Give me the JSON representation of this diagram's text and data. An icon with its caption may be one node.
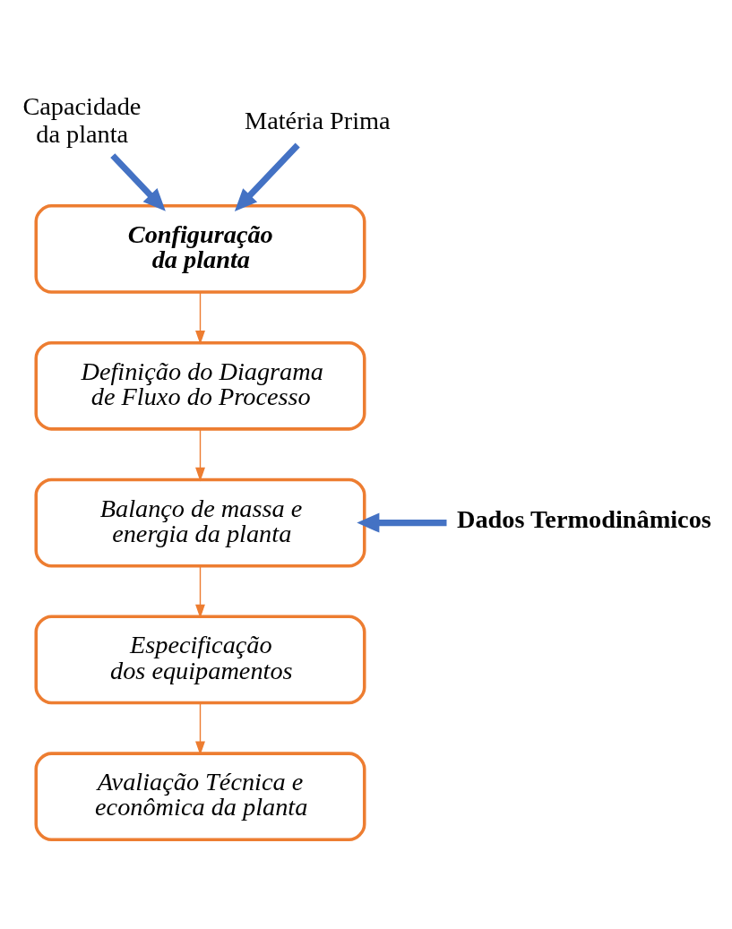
{
  "diagram": {
    "nodes": [
      {
        "text": [
          "Capacidade da planta"
        ]
      },
      {
        "text": [
          "Matéria Prima"
        ]
      },
      {
        "text": [
          "Configuração da planta"
        ]
      },
      {
        "text": [
          "Definição do Diagrama de Fluxo do Processo"
        ]
      },
      {
        "text": [
          "Balanço de massa e energia da planta"
        ]
      },
      {
        "text": [
          "Especificação dos equipamentos"
        ]
      },
      {
        "text": [
          "Avaliação Técnica e econômica da planta"
        ]
      },
      {
        "text": [
          "Dados Termodinâmicos"
        ]
      }
    ],
    "edges": [
      {
        "from": 0,
        "to": 2,
        "arrow": "to",
        "style": "thick",
        "color": "#4472c4"
      },
      {
        "from": 1,
        "to": 2,
        "arrow": "to",
        "style": "thick",
        "color": "#4472c4"
      },
      {
        "from": 2,
        "to": 3,
        "arrow": "to"
      },
      {
        "from": 3,
        "to": 4,
        "arrow": "to"
      },
      {
        "from": 4,
        "to": 5,
        "arrow": "to"
      },
      {
        "from": 5,
        "to": 6,
        "arrow": "to"
      },
      {
        "from": 7,
        "to": 4,
        "arrow": "to",
        "style": "thick",
        "color": "#4472c4"
      }
    ]
  }
}
